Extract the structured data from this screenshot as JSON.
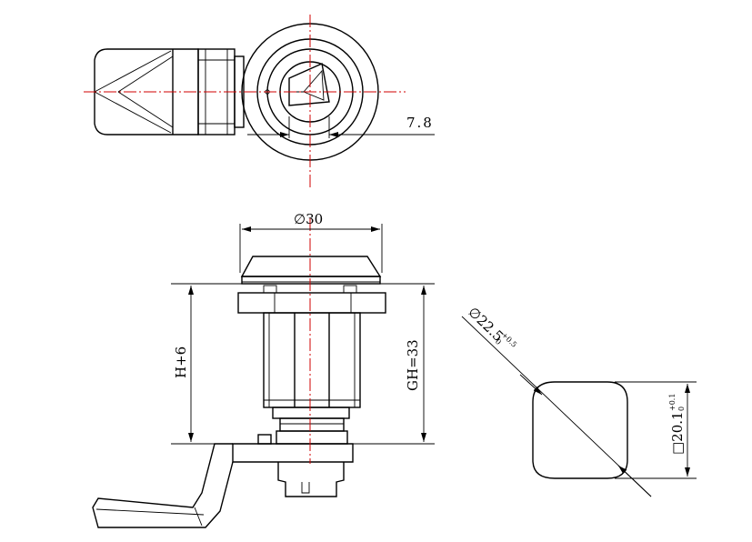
{
  "drawing": {
    "top_view": {
      "dim_slot": "7.8"
    },
    "front_view": {
      "dim_head_diameter": "∅30",
      "dim_height_left": "H+6",
      "dim_height_right": "GH=33"
    },
    "panel_cutout": {
      "dim_diameter": "∅22.5",
      "dim_diameter_tol": "+0.5",
      "dim_diameter_tol_low": "0",
      "dim_flat": "□20.1",
      "dim_flat_tol": "+0.1",
      "dim_flat_tol_low": "0"
    },
    "colors": {
      "line": "#000000",
      "centerline": "#d00000"
    }
  }
}
